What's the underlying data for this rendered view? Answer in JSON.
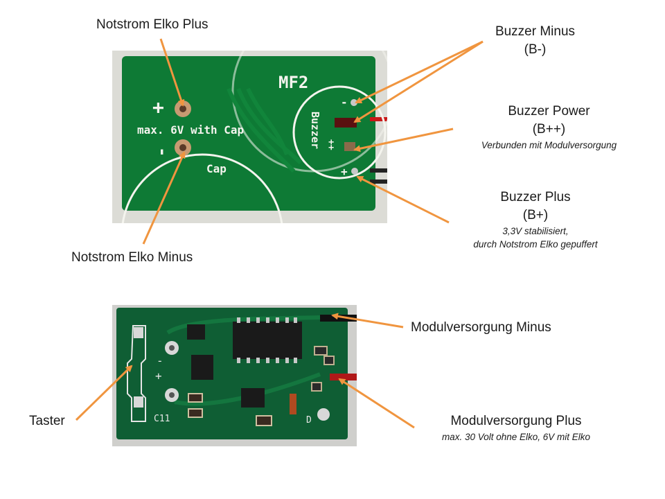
{
  "labels": {
    "notstrom_elko_plus": "Notstrom Elko Plus",
    "notstrom_elko_minus": "Notstrom Elko Minus",
    "buzzer_minus": {
      "title": "Buzzer Minus",
      "code": "(B-)"
    },
    "buzzer_power": {
      "title": "Buzzer Power",
      "code": "(B++)",
      "note": "Verbunden mit Modulversorgung"
    },
    "buzzer_plus": {
      "title": "Buzzer Plus",
      "code": "(B+)",
      "note_line1": "3,3V stabilisiert,",
      "note_line2": "durch Notstrom Elko gepuffert"
    },
    "modulversorgung_minus": "Modulversorgung Minus",
    "modulversorgung_plus": {
      "title": "Modulversorgung Plus",
      "note": "max. 30 Volt ohne Elko, 6V mit Elko"
    },
    "taster": "Taster"
  },
  "board_top_silkscreen": {
    "model": "MF2",
    "plus": "+",
    "minus": "-",
    "voltage": "max. 6V with Cap",
    "cap": "Cap",
    "buzzer": "Buzzer",
    "pin_minus": "-",
    "pin_plusplus": "++",
    "pin_plus": "+"
  },
  "board_bottom_silkscreen": {
    "minus": "-",
    "plus": "+",
    "c": "C11",
    "d": "D"
  },
  "colors": {
    "arrow": "#f0953f",
    "pcb_green": "#0e7a35",
    "silkscreen": "#f4f4ee",
    "background": "#ffffff"
  }
}
